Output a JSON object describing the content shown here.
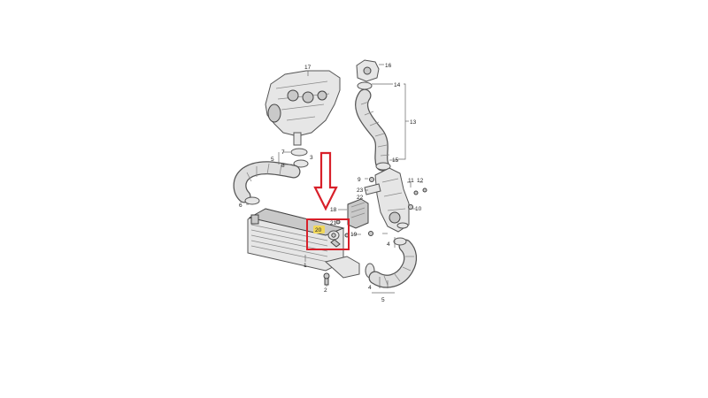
{
  "labels": {
    "p1": "1",
    "p2": "2",
    "p3": "3",
    "p4a": "4",
    "p4b": "4",
    "p5a": "5",
    "p5b": "5",
    "p6": "6",
    "p7": "7",
    "p8": "8",
    "p9": "9",
    "p10": "10",
    "p11": "11",
    "p12": "12",
    "p13": "13",
    "p14": "14",
    "p15": "15",
    "p16": "16",
    "p17": "17",
    "p18": "18",
    "p19": "19",
    "p20": "20",
    "p21": "21",
    "p22": "22",
    "p23": "23"
  },
  "highlight": {
    "part": "20",
    "box_color": "#d8202a",
    "arrow_color": "#d8202a",
    "label_bg": "#f0d75a"
  }
}
